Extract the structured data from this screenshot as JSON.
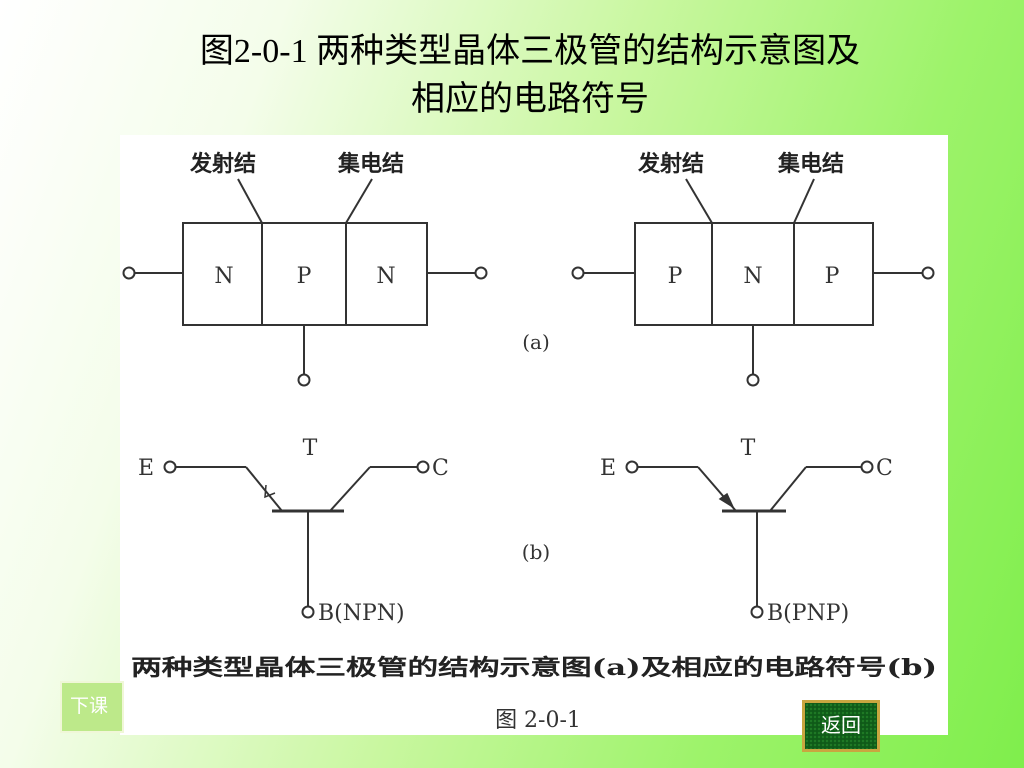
{
  "slide": {
    "title_line1": "图2-0-1 两种类型晶体三极管的结构示意图及",
    "title_line2": "相应的电路符号"
  },
  "figure": {
    "part_a": {
      "caption": "(a)",
      "npn": {
        "junction_labels": [
          "发射结",
          "集电结"
        ],
        "regions": [
          "N",
          "P",
          "N"
        ]
      },
      "pnp": {
        "junction_labels": [
          "发射结",
          "集电结"
        ],
        "regions": [
          "P",
          "N",
          "P"
        ]
      }
    },
    "part_b": {
      "caption": "(b)",
      "npn": {
        "transistor_label": "T",
        "emitter_label": "E",
        "collector_label": "C",
        "base_label": "B(NPN)"
      },
      "pnp": {
        "transistor_label": "T",
        "emitter_label": "E",
        "collector_label": "C",
        "base_label": "B(PNP)"
      }
    },
    "caption": "两种类型晶体三极管的结构示意图(a)及相应的电路符号(b)",
    "figure_number": "图 2-0-1"
  },
  "nav": {
    "next_label": "下课",
    "back_label": "返回"
  },
  "colors": {
    "background_light": "#ffffff",
    "background_green": "#7fee4c",
    "back_button_bg": "#0f5a18",
    "back_button_border": "#c9a640"
  }
}
